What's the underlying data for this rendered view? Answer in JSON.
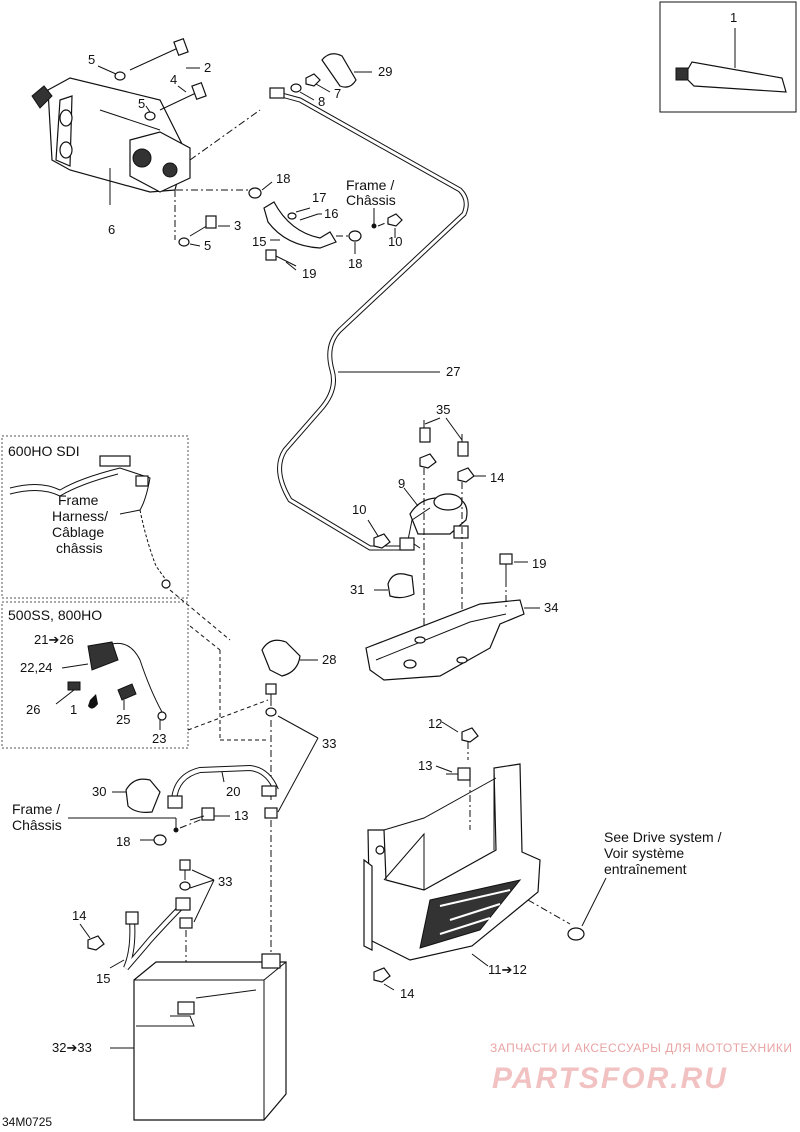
{
  "diagram_code": "34M0725",
  "labels": {
    "p1": "1",
    "p2": "2",
    "p3": "3",
    "p4": "4",
    "p5a": "5",
    "p5b": "5",
    "p5c": "5",
    "p6": "6",
    "p7": "7",
    "p8": "8",
    "p9": "9",
    "p10a": "10",
    "p10b": "10",
    "p11_12": "11➔12",
    "p12": "12",
    "p13a": "13",
    "p13b": "13",
    "p14a": "14",
    "p14b": "14",
    "p14c": "14",
    "p15a": "15",
    "p15b": "15",
    "p16": "16",
    "p17": "17",
    "p18a": "18",
    "p18b": "18",
    "p18c": "18",
    "p19a": "19",
    "p19b": "19",
    "p20": "20",
    "p21_26": "21➔26",
    "p22_24": "22,24",
    "p23": "23",
    "p25": "25",
    "p26": "26",
    "p27": "27",
    "p28": "28",
    "p29": "29",
    "p30": "30",
    "p31": "31",
    "p32_33": "32➔33",
    "p33a": "33",
    "p33b": "33",
    "p34": "34",
    "p35": "35",
    "p1_drop": "1"
  },
  "frame_top": {
    "line1": "Frame /",
    "line2": "Châssis"
  },
  "frame_bottom": {
    "line1": "Frame /",
    "line2": "Châssis"
  },
  "variant_600": {
    "title": "600HO SDI",
    "harness_l1": "Frame",
    "harness_l2": "Harness/",
    "harness_l3": "Câblage",
    "harness_l4": "châssis"
  },
  "variant_500": {
    "title": "500SS, 800HO"
  },
  "drive_note": {
    "line1": "See Drive system /",
    "line2": "Voir système",
    "line3": "entraînement"
  },
  "watermark": {
    "line1": "ЗАПЧАСТИ И АКСЕССУАРЫ ДЛЯ МОТОТЕХНИКИ",
    "line2": "PARTSFOR.RU"
  }
}
